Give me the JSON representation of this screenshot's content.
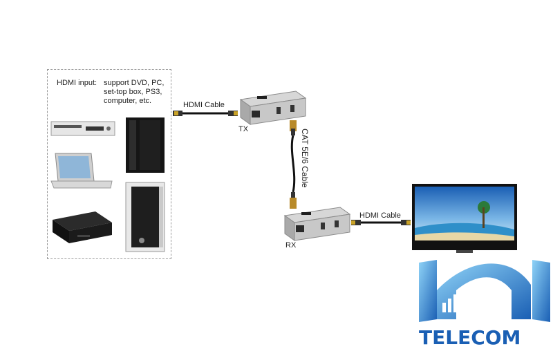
{
  "diagram": {
    "input_label": "HDMI input:",
    "input_description": "support DVD, PC,\nset-top box, PS3,\ncomputer, etc.",
    "hdmi_cable_tx_label": "HDMI Cable",
    "tx_label": "TX",
    "cat_cable_label": "CAT 5E/6 Cable",
    "rx_label": "RX",
    "hdmi_cable_rx_label": "HDMI Cable"
  },
  "brand": {
    "name": "TELECOM",
    "color": "#1a5fb4"
  }
}
